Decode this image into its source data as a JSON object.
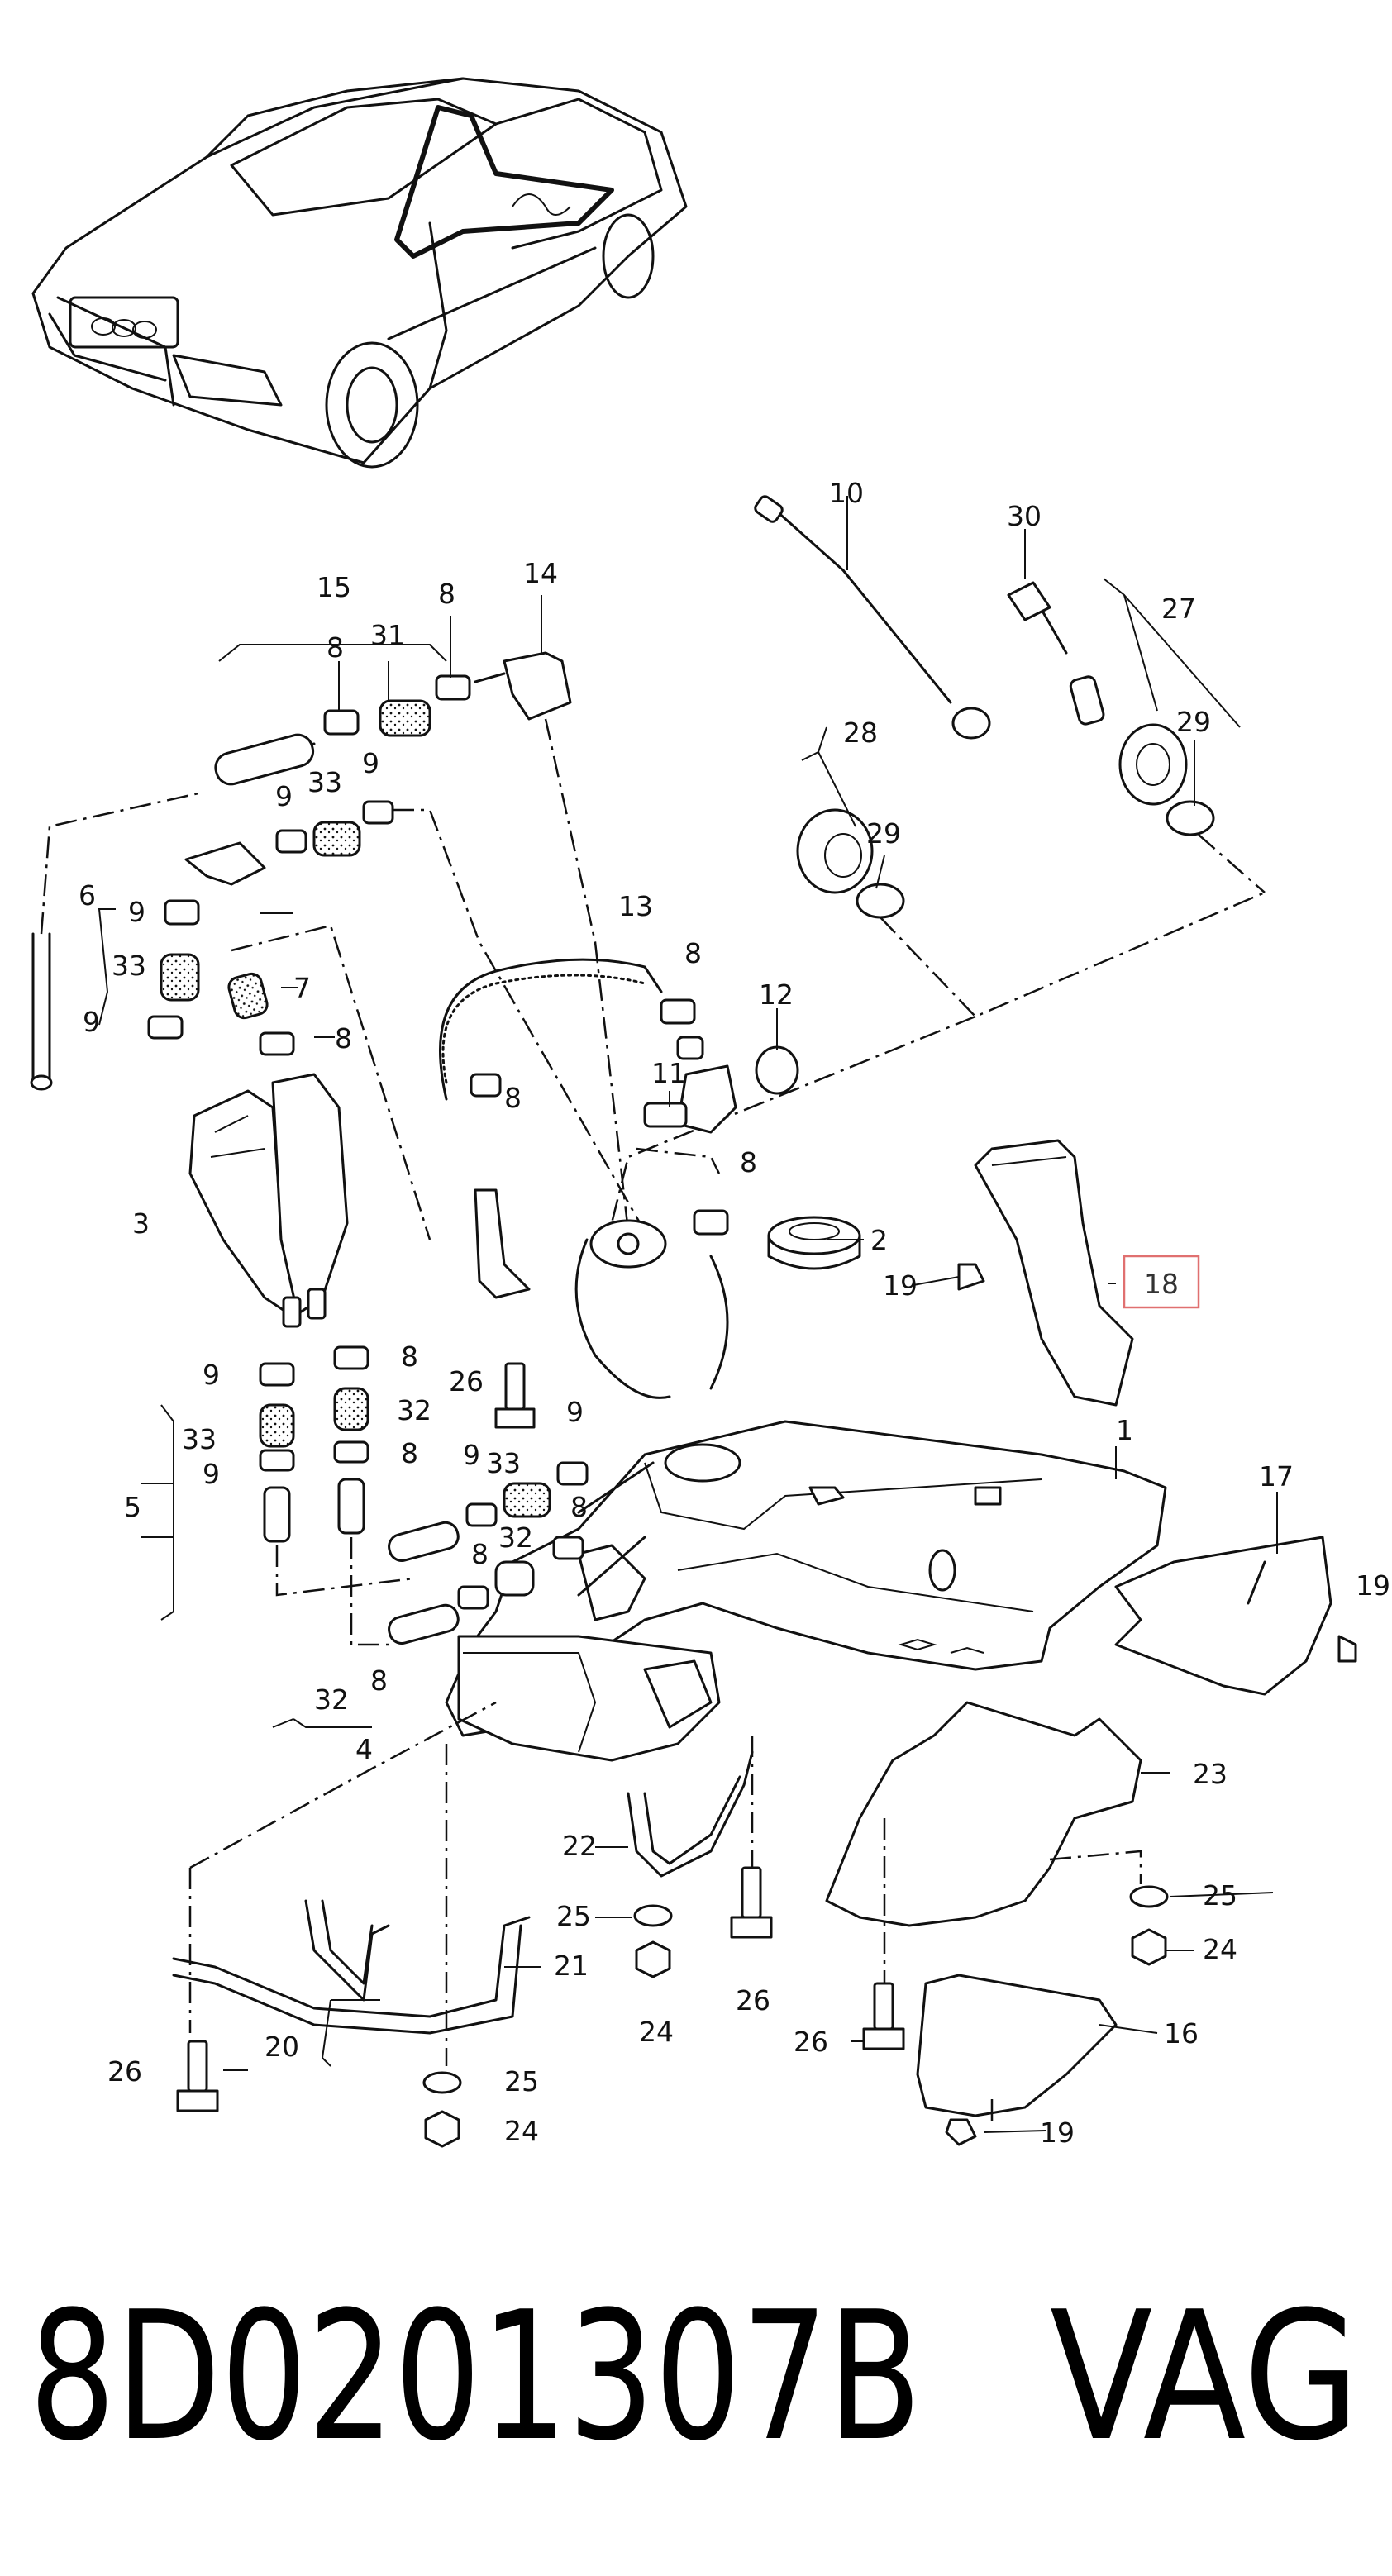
{
  "diagram": {
    "callouts": [
      {
        "id": "c15",
        "text": "15"
      },
      {
        "id": "c8a",
        "text": "8"
      },
      {
        "id": "c14",
        "text": "14"
      },
      {
        "id": "c10",
        "text": "10"
      },
      {
        "id": "c30",
        "text": "30"
      },
      {
        "id": "c27",
        "text": "27"
      },
      {
        "id": "c8b",
        "text": "8"
      },
      {
        "id": "c31",
        "text": "31"
      },
      {
        "id": "c28",
        "text": "28"
      },
      {
        "id": "c29a",
        "text": "29"
      },
      {
        "id": "c29b",
        "text": "29"
      },
      {
        "id": "c33a",
        "text": "33"
      },
      {
        "id": "c9a",
        "text": "9"
      },
      {
        "id": "c9b",
        "text": "9"
      },
      {
        "id": "c6",
        "text": "6"
      },
      {
        "id": "c9c",
        "text": "9"
      },
      {
        "id": "c33b",
        "text": "33"
      },
      {
        "id": "c7",
        "text": "7"
      },
      {
        "id": "c9d",
        "text": "9"
      },
      {
        "id": "c8c",
        "text": "8"
      },
      {
        "id": "c13",
        "text": "13"
      },
      {
        "id": "c8d",
        "text": "8"
      },
      {
        "id": "c12",
        "text": "12"
      },
      {
        "id": "c11",
        "text": "11"
      },
      {
        "id": "c8e",
        "text": "8"
      },
      {
        "id": "c3",
        "text": "3"
      },
      {
        "id": "c8f",
        "text": "8"
      },
      {
        "id": "c2",
        "text": "2"
      },
      {
        "id": "c19a",
        "text": "19"
      },
      {
        "id": "c18",
        "text": "18"
      },
      {
        "id": "c9e",
        "text": "9"
      },
      {
        "id": "c8g",
        "text": "8"
      },
      {
        "id": "c26a",
        "text": "26"
      },
      {
        "id": "c33c",
        "text": "33"
      },
      {
        "id": "c32a",
        "text": "32"
      },
      {
        "id": "c9f",
        "text": "9"
      },
      {
        "id": "c9g",
        "text": "9"
      },
      {
        "id": "c8h",
        "text": "8"
      },
      {
        "id": "c9h",
        "text": "9"
      },
      {
        "id": "c33d",
        "text": "33"
      },
      {
        "id": "c5",
        "text": "5"
      },
      {
        "id": "c8i",
        "text": "8"
      },
      {
        "id": "c8j",
        "text": "8"
      },
      {
        "id": "c32b",
        "text": "32"
      },
      {
        "id": "c1",
        "text": "1"
      },
      {
        "id": "c17",
        "text": "17"
      },
      {
        "id": "c19b",
        "text": "19"
      },
      {
        "id": "c32c",
        "text": "32"
      },
      {
        "id": "c8k",
        "text": "8"
      },
      {
        "id": "c4",
        "text": "4"
      },
      {
        "id": "c23",
        "text": "23"
      },
      {
        "id": "c22",
        "text": "22"
      },
      {
        "id": "c25a",
        "text": "25"
      },
      {
        "id": "c25b",
        "text": "25"
      },
      {
        "id": "c21",
        "text": "21"
      },
      {
        "id": "c24a",
        "text": "24"
      },
      {
        "id": "c24b",
        "text": "24"
      },
      {
        "id": "c26b",
        "text": "26"
      },
      {
        "id": "c26c",
        "text": "26"
      },
      {
        "id": "c16",
        "text": "16"
      },
      {
        "id": "c20",
        "text": "20"
      },
      {
        "id": "c26d",
        "text": "26"
      },
      {
        "id": "c25c",
        "text": "25"
      },
      {
        "id": "c24c",
        "text": "24"
      },
      {
        "id": "c19c",
        "text": "19"
      }
    ],
    "highlighted_callout": "18",
    "highlight_color": "#e07070"
  },
  "footer": {
    "part_number": "8D0201307B",
    "brand": "VAG"
  }
}
